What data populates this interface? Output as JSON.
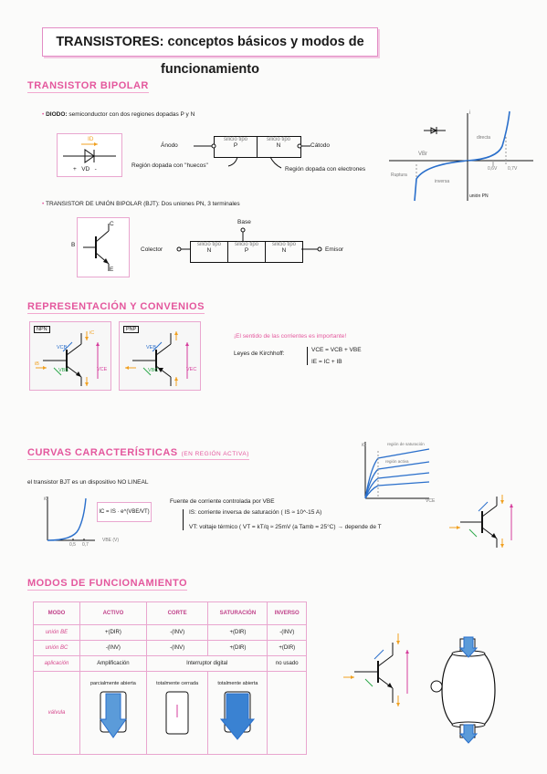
{
  "title": "TRANSISTORES: conceptos básicos y modos de funcionamiento",
  "sections": {
    "bipolar": "TRANSISTOR BIPOLAR",
    "rep": "REPRESENTACIÓN Y CONVENIOS",
    "curves": "CURVAS CARACTERÍSTICAS",
    "curves_sub": "(EN REGIÓN ACTIVA)",
    "modes": "MODOS DE FUNCIONAMIENTO"
  },
  "diode": {
    "bullet": "DIODO:",
    "desc": "semiconductor con dos regiones dopadas P y N",
    "anodo": "Ánodo",
    "catodo": "Cátodo",
    "p": "P",
    "n": "N",
    "silicio": "silicio tipo",
    "hueco_note": "Región dopada con \"huecos\"",
    "electron_note": "Región dopada con electrones",
    "id": "ID",
    "vd": "VD",
    "plus": "+",
    "minus": "-"
  },
  "iv": {
    "i": "i",
    "vbr": "VBr",
    "ruptura": "Ruptura",
    "inversa": "inversa",
    "directa": "directa",
    "v06": "0,6V",
    "v07": "0,7V",
    "pn": "unión PN"
  },
  "bjt": {
    "bullet": "TRANSISTOR DE UNIÓN BIPOLAR (BJT):",
    "desc": "Dos uniones PN, 3 terminales",
    "base": "Base",
    "colector": "Colector",
    "emisor": "Emisor",
    "n1": "N",
    "p": "P",
    "n2": "N",
    "b": "B",
    "c": "C",
    "e": "E"
  },
  "rep": {
    "npn": "NPN",
    "pnp": "PNP",
    "note": "¡El sentido de las corrientes es importante!",
    "law": "Leyes de Kirchhoff:",
    "eq1": "VCE = VCB + VBE",
    "eq2": "IE = IC + IB",
    "vcb": "VCB",
    "vbe": "VBE",
    "vce": "VCE",
    "veb": "VEB",
    "vbc": "VBC",
    "vec": "VEC",
    "ib": "iB",
    "ic": "iC",
    "ie": "iE"
  },
  "curves": {
    "nonlinear": "el transistor BJT es un dispositivo NO LINEAL",
    "ic_formula": "IC = IS · e^(VBE/VT)",
    "source": "Fuente de corriente controlada por VBE",
    "is_def": "IS: corriente inversa de saturación ( IS ≈ 10^-15 A)",
    "vt_def": "VT: voltaje térmico ( VT = kT/q ≈ 25mV (a Tamb = 25°C) → depende de T",
    "region_sat": "región de saturación",
    "region_act": "región activa",
    "ic": "iC",
    "vbe_axis": "VBE (V)",
    "vce_axis": "VCE",
    "v05": "0,5",
    "v07": "0,7"
  },
  "modes": {
    "headers": [
      "MODO",
      "ACTIVO",
      "CORTE",
      "SATURACIÓN",
      "INVERSO"
    ],
    "rows": [
      [
        "unión BE",
        "+(DIR)",
        "-(INV)",
        "+(DIR)",
        "-(INV)"
      ],
      [
        "unión BC",
        "-(INV)",
        "-(INV)",
        "+(DIR)",
        "+(DIR)"
      ],
      [
        "aplicación",
        "Amplificación",
        "Interruptor digital",
        "",
        "no usado"
      ]
    ],
    "sym_label": "válvula",
    "desc_active": "parcialmente abierta",
    "desc_cut": "totalmente cerrada",
    "desc_sat": "totalmente abierta"
  },
  "colors": {
    "pink": "#e4579d",
    "blue": "#2a6fcb",
    "green": "#2ca84a",
    "orange": "#f0a020",
    "magenta": "#d63d9c"
  }
}
